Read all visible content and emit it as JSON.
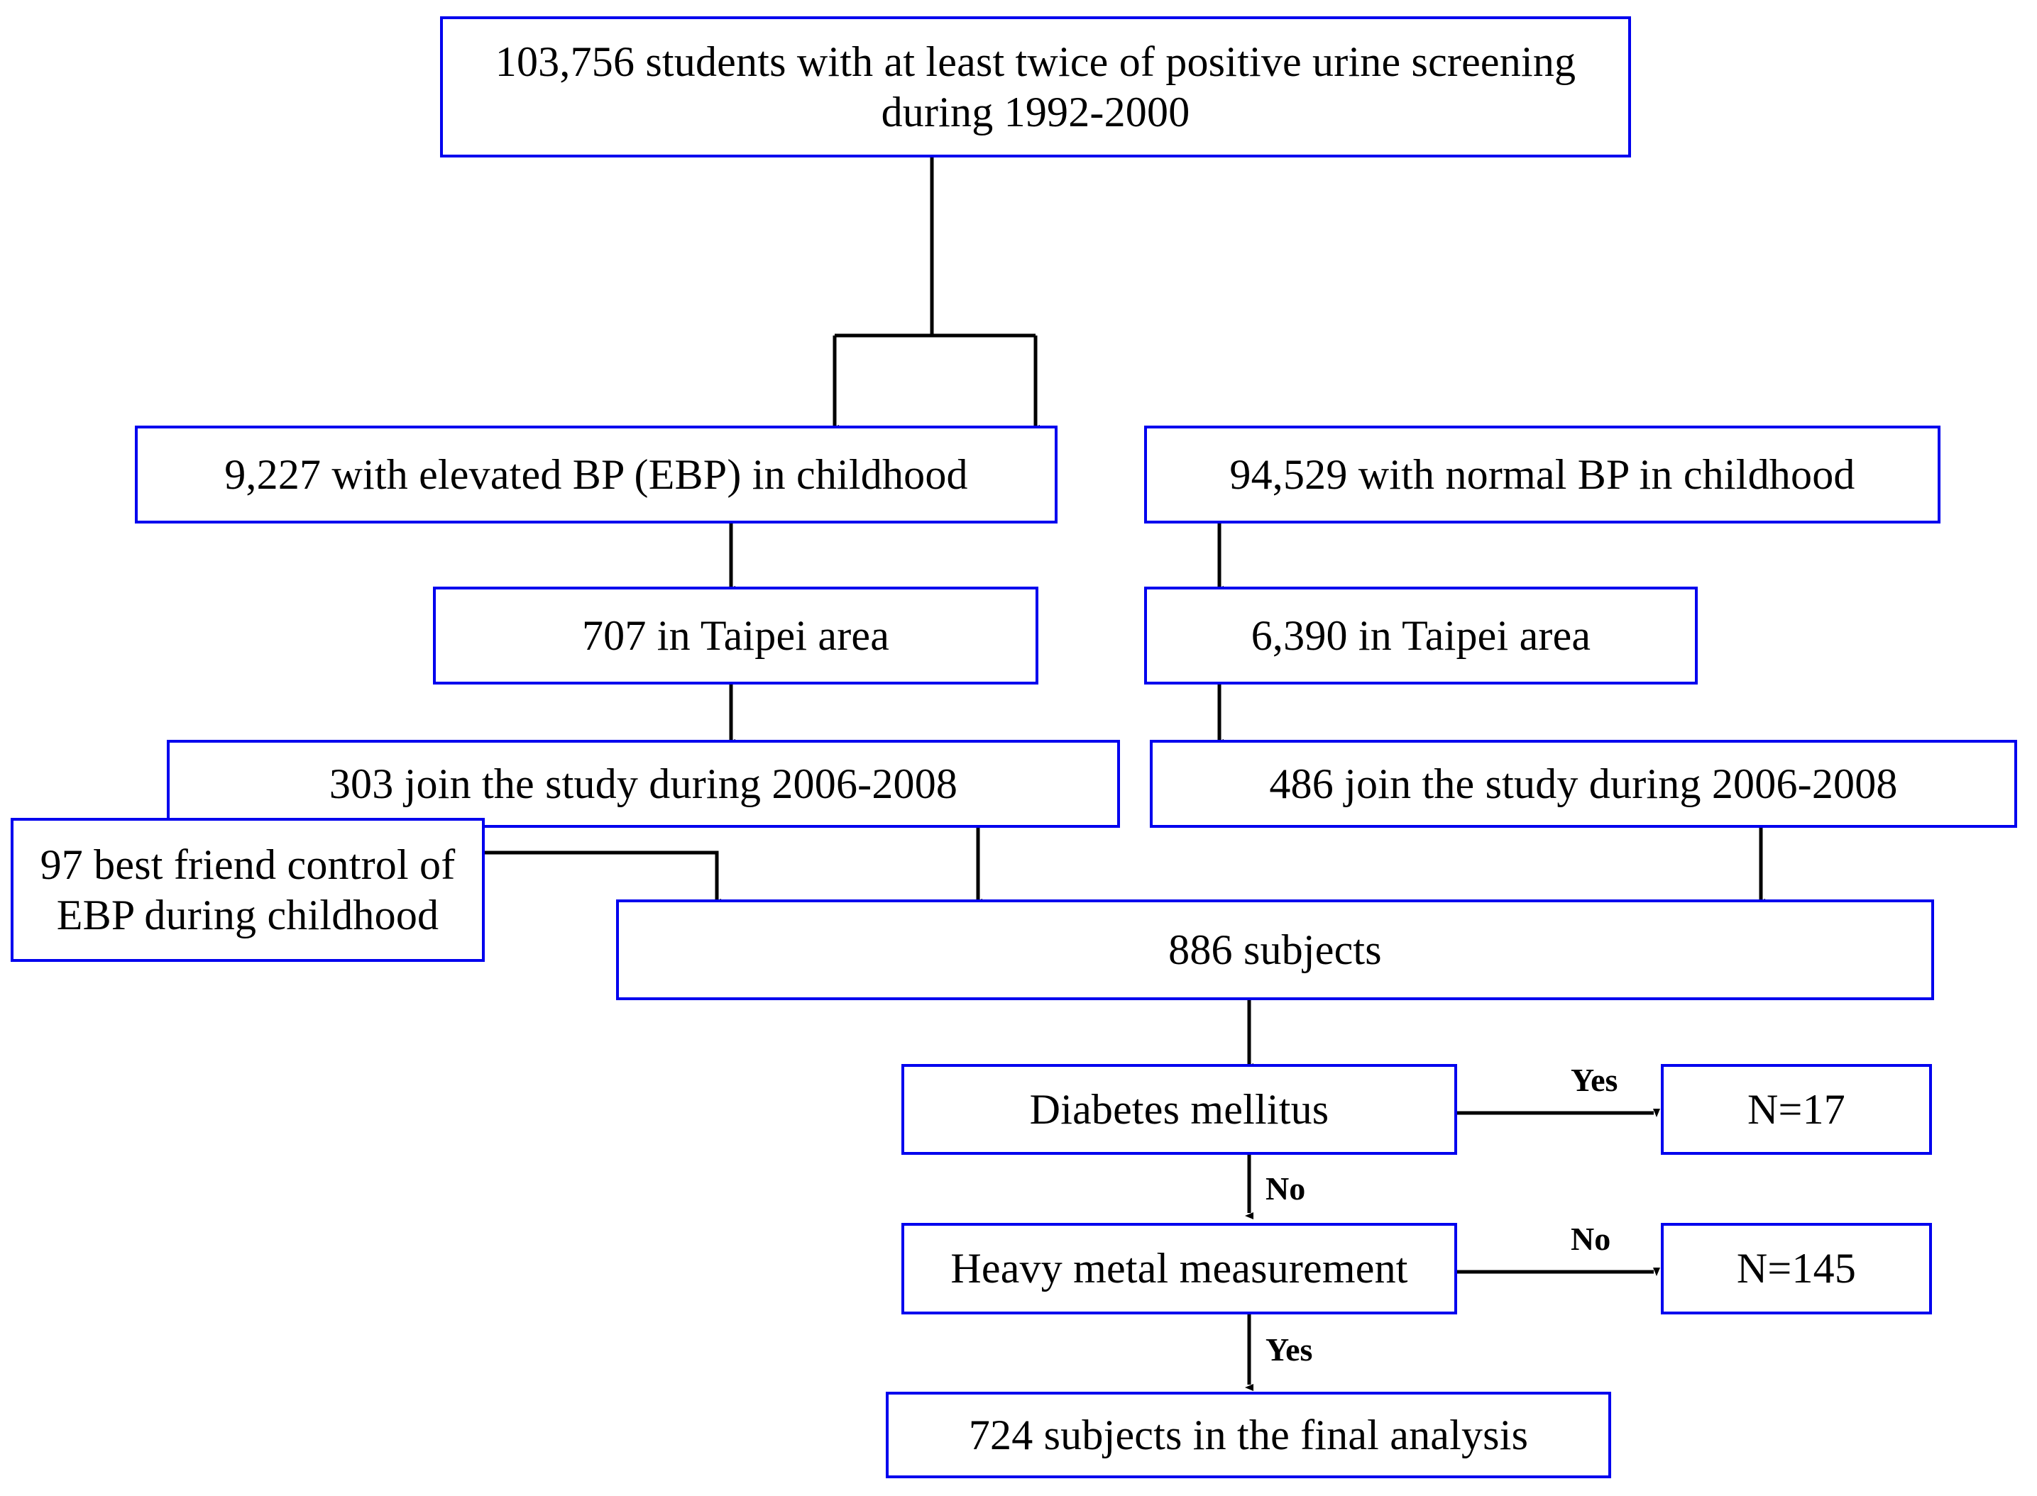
{
  "diagram": {
    "title": "Study participant selection flowchart",
    "colors": {
      "box_border": "#0000ee",
      "connector": "#000000",
      "text": "#000000",
      "background": "#ffffff"
    },
    "nodes": {
      "cohort": "103,756 students with at least twice of positive urine screening during 1992-2000",
      "elevated_bp": "9,227 with elevated BP (EBP) in childhood",
      "normal_bp": "94,529 with normal BP in childhood",
      "taipei_ebp": "707 in Taipei area",
      "taipei_normal": "6,390 in Taipei area",
      "joined_ebp": "303 join the study during 2006-2008",
      "joined_normal": "486 join the study during 2006-2008",
      "best_friend": "97 best friend control of EBP during childhood",
      "subjects": "886 subjects",
      "diabetes": "Diabetes mellitus",
      "diabetes_excluded": "N=17",
      "heavy_metal": "Heavy metal measurement",
      "heavy_metal_excluded": "N=145",
      "final": "724 subjects in the final analysis"
    },
    "edge_labels": {
      "diabetes_yes": "Yes",
      "diabetes_no": "No",
      "heavy_metal_no": "No",
      "heavy_metal_yes": "Yes"
    }
  }
}
